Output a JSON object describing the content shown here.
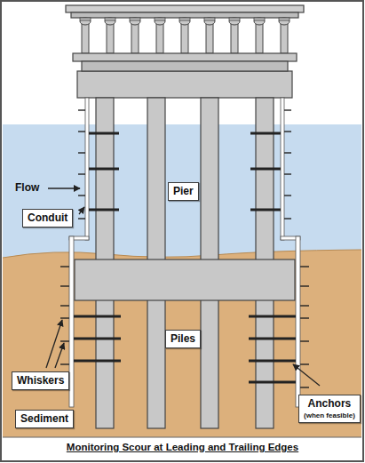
{
  "diagram": {
    "title": "Monitoring Scour at Leading and Trailing Edges",
    "nodes": [
      {
        "text": [
          "Conduit"
        ]
      },
      {
        "text": [
          "Pier"
        ]
      },
      {
        "text": [
          "Piles"
        ]
      },
      {
        "text": [
          "Whiskers"
        ]
      },
      {
        "text": [
          "Sediment"
        ]
      },
      {
        "text": [
          "Anchors",
          "(when feasible)"
        ]
      }
    ],
    "labels": [
      "Flow"
    ]
  }
}
